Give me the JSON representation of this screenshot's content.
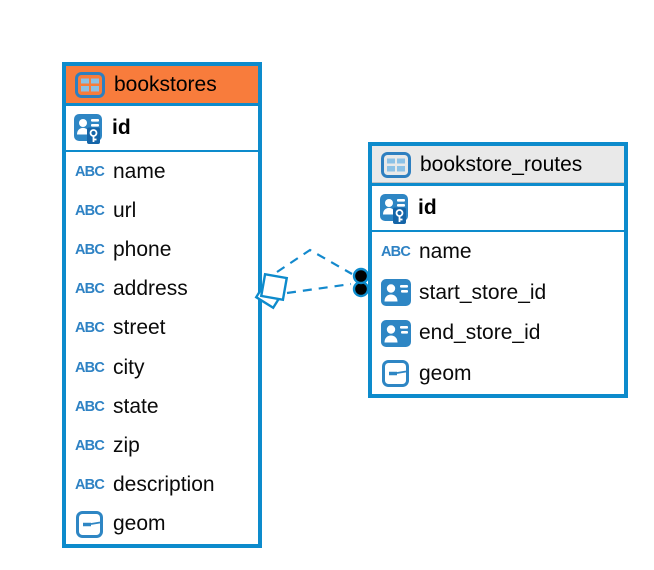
{
  "icons": {
    "text_type_label": "ABC"
  },
  "colors": {
    "selection_border": "#0D8BCC",
    "relationship_line": "#1389CD",
    "icon_blue": "#2E86C4",
    "bookstores_header": "#F87C3C",
    "routes_header": "#E9E9E9"
  },
  "tables": [
    {
      "name": "bookstores",
      "columns": [
        {
          "name": "id",
          "type": "primary-key"
        },
        {
          "name": "name",
          "type": "text"
        },
        {
          "name": "url",
          "type": "text"
        },
        {
          "name": "phone",
          "type": "text"
        },
        {
          "name": "address",
          "type": "text"
        },
        {
          "name": "street",
          "type": "text"
        },
        {
          "name": "city",
          "type": "text"
        },
        {
          "name": "state",
          "type": "text"
        },
        {
          "name": "zip",
          "type": "text"
        },
        {
          "name": "description",
          "type": "text"
        },
        {
          "name": "geom",
          "type": "geometry"
        }
      ]
    },
    {
      "name": "bookstore_routes",
      "columns": [
        {
          "name": "id",
          "type": "primary-key"
        },
        {
          "name": "name",
          "type": "text"
        },
        {
          "name": "start_store_id",
          "type": "reference"
        },
        {
          "name": "end_store_id",
          "type": "reference"
        },
        {
          "name": "geom",
          "type": "geometry"
        }
      ]
    }
  ],
  "relationship": {
    "style": "dashed",
    "line_count": 2
  }
}
